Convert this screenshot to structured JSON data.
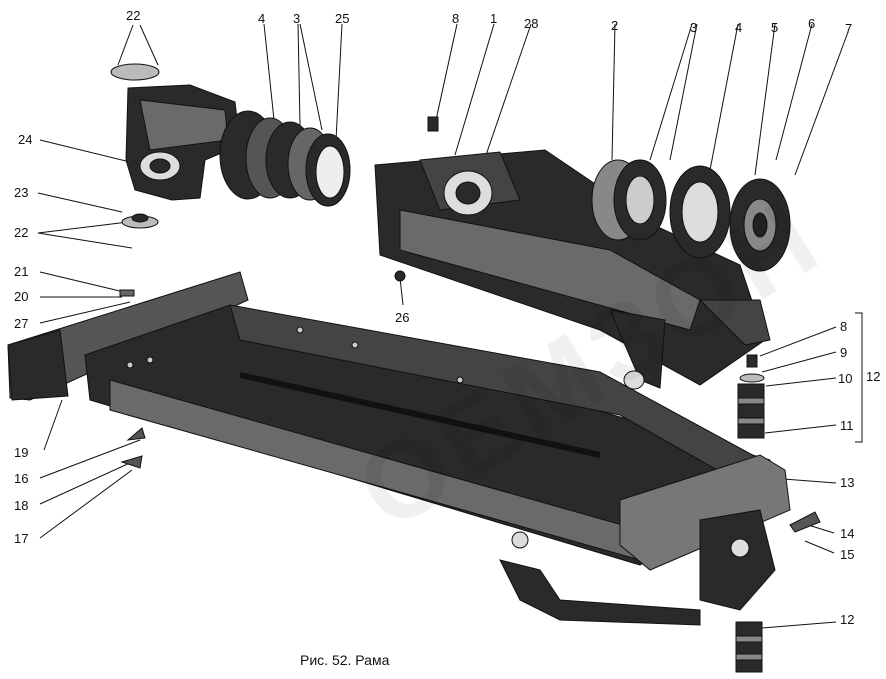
{
  "caption": "Рис. 52. Рама",
  "callouts": {
    "n22a": "22",
    "n4a": "4",
    "n3a": "3",
    "n25": "25",
    "n8a": "8",
    "n1": "1",
    "n28": "28",
    "n2": "2",
    "n3b": "3",
    "n4b": "4",
    "n5": "5",
    "n6": "6",
    "n7": "7",
    "n24": "24",
    "n23": "23",
    "n22b": "22",
    "n21": "21",
    "n20": "20",
    "n27": "27",
    "n26": "26",
    "n8b": "8",
    "n9": "9",
    "n10": "10",
    "n12a": "12",
    "n11": "11",
    "n19": "19",
    "n16": "16",
    "n18": "18",
    "n17": "17",
    "n13": "13",
    "n14": "14",
    "n15": "15",
    "n12b": "12"
  },
  "colors": {
    "ink": "#111111",
    "part_fill": "#2a2a2a",
    "part_mid": "#6a6a6a",
    "paper": "#ffffff"
  }
}
